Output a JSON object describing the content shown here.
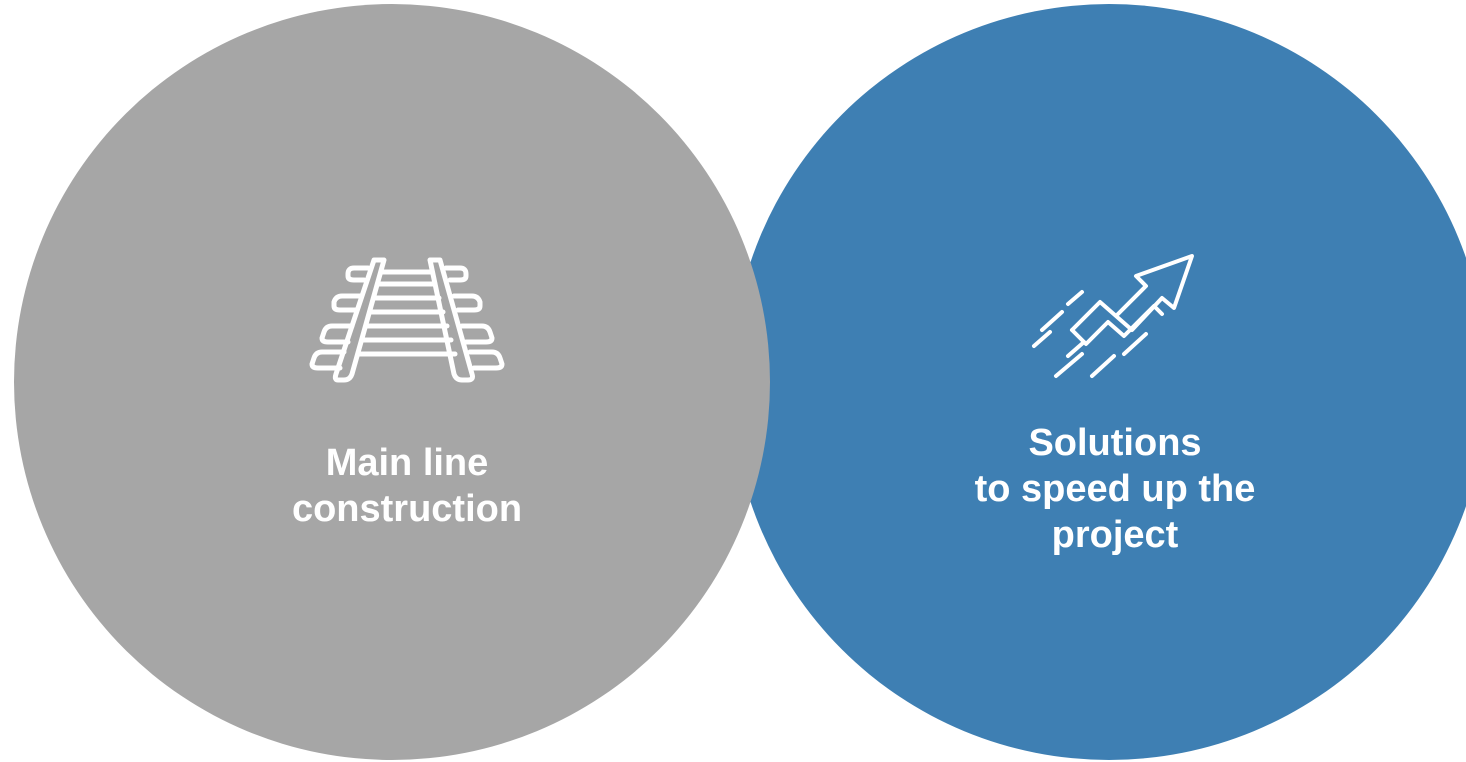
{
  "colors": {
    "background": "#ffffff",
    "left_circle": "#a6a6a6",
    "right_circle": "#3e7fb3",
    "text": "#ffffff",
    "icon_stroke": "#ffffff"
  },
  "left": {
    "icon": "railway-track-icon",
    "label_lines": [
      "Main line",
      "construction"
    ]
  },
  "right": {
    "icon": "trend-up-arrow-icon",
    "label_lines": [
      "Solutions",
      "to speed up the",
      "project"
    ]
  }
}
